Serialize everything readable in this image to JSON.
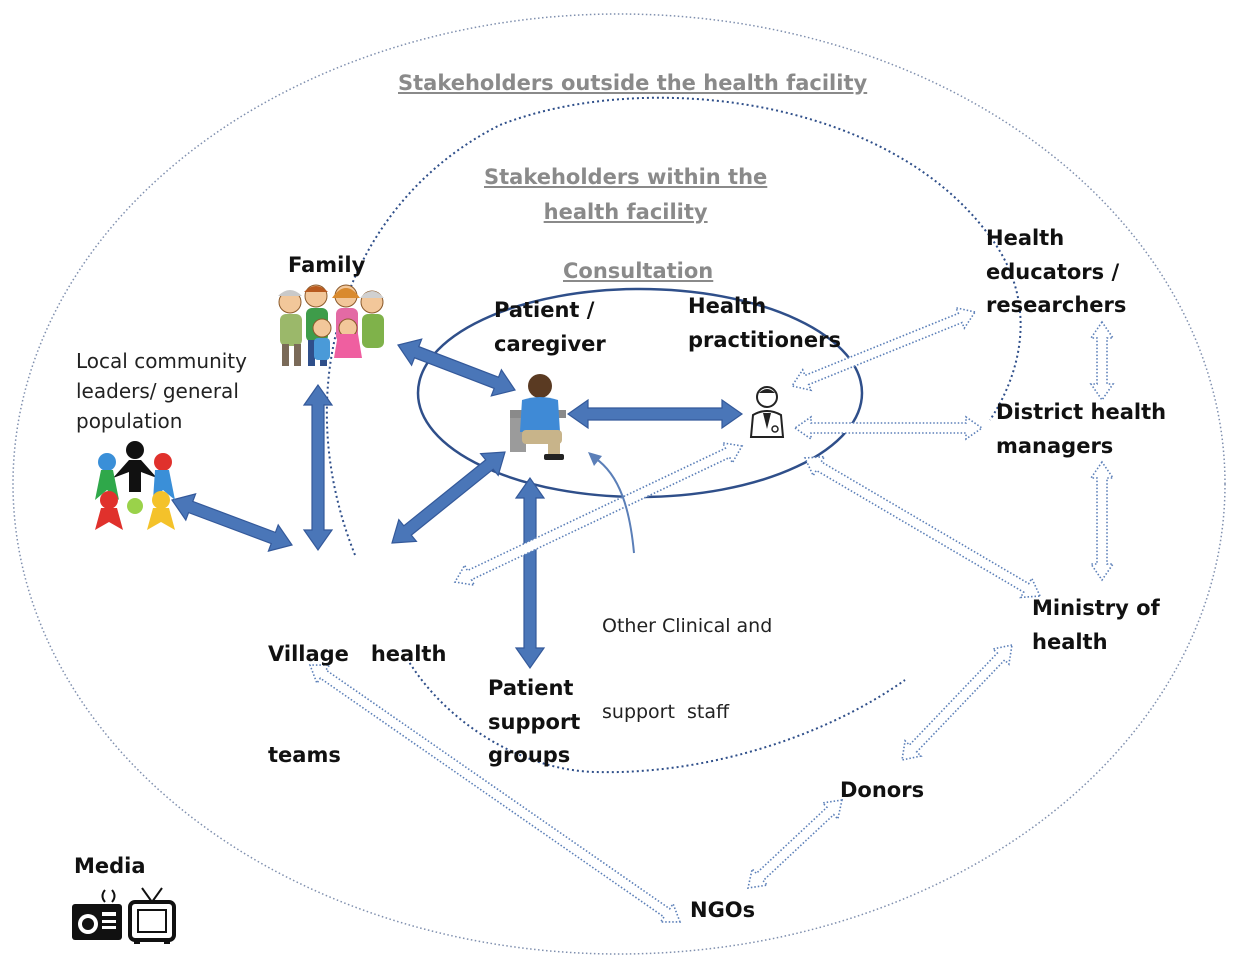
{
  "headings": {
    "outside": "Stakeholders outside the health facility",
    "within_line1": "Stakeholders within the",
    "within_line2": "health facility",
    "consultation": "Consultation"
  },
  "stakeholders": {
    "family": "Family",
    "patient_line1": "Patient /",
    "patient_line2": "caregiver",
    "practitioners_line1": "Health",
    "practitioners_line2": "practitioners",
    "educators_line1": "Health",
    "educators_line2": "educators /",
    "educators_line3": "researchers",
    "district_line1": "District health",
    "district_line2": "managers",
    "ministry_line1": "Ministry of",
    "ministry_line2": "health",
    "local_line1": "Local community",
    "local_line2": "leaders/ general",
    "local_line3": "population",
    "vht_line1": "Village   health",
    "vht_line2": "teams",
    "support_line1": "Patient",
    "support_line2": "support",
    "support_line3": "groups",
    "other_staff_line1": "Other Clinical and",
    "other_staff_line2": "support  staff",
    "donors": "Donors",
    "ngos": "NGOs",
    "media": "Media"
  },
  "colors": {
    "solid_arrow": "#4a76b8",
    "solid_arrow_edge": "#34599a",
    "dotted_arrow": "#5b7fb8",
    "ellipse": "#2f4f8a",
    "heading_gray": "#8a8a8a"
  },
  "icons": [
    "family-icon",
    "community-icon",
    "patient-icon",
    "doctor-icon",
    "radio-icon",
    "tv-icon"
  ]
}
